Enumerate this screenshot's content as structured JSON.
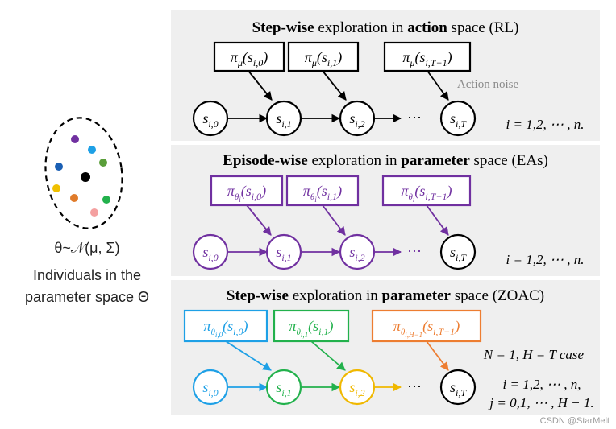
{
  "left": {
    "distribution": "θ~𝒩(μ, Σ)",
    "caption_line1": "Individuals in the",
    "caption_line2": "parameter space Θ"
  },
  "panel1": {
    "title_bold1": "Step-wise",
    "title_mid": " exploration in ",
    "title_bold2": "action",
    "title_end": " space (RL)",
    "note": "Action noise",
    "index": "i = 1,2, ⋯ , n.",
    "color": "#000000"
  },
  "panel2": {
    "title_bold1": "Episode-wise",
    "title_mid": " exploration in ",
    "title_bold2": "parameter",
    "title_end": " space (EAs)",
    "index": "i = 1,2, ⋯ , n.",
    "color": "#7030a0"
  },
  "panel3": {
    "title_bold1": "Step-wise",
    "title_mid": " exploration in ",
    "title_bold2": "parameter",
    "title_end": " space (ZOAC)",
    "case": "N = 1, H = T case",
    "index1": "i = 1,2, ⋯ , n,",
    "index2": "j = 0,1, ⋯ , H − 1.",
    "colors": [
      "#1ea0e6",
      "#22b14c",
      "#f0b800",
      "#ed7d31"
    ]
  },
  "ellipsis": "⋯",
  "watermark": "CSDN @StarMelt"
}
